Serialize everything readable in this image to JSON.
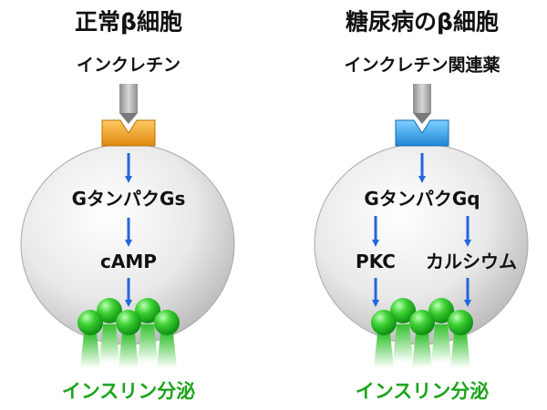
{
  "left": {
    "title": "正常β細胞",
    "ligand": "インクレチン",
    "protein": "GタンパクGs",
    "messenger": "cAMP",
    "output": "インスリン分泌"
  },
  "right": {
    "title": "糖尿病のβ細胞",
    "ligand": "インクレチン関連薬",
    "protein": "GタンパクGq",
    "branch_left": "PKC",
    "branch_right": "カルシウム",
    "output": "インスリン分泌"
  },
  "colors": {
    "receptor_normal": "#f0a020",
    "receptor_diabetic": "#3aa0e8",
    "arrow": "#2266dd",
    "insulin": "#22bb22",
    "output_text": "#1aa41a"
  }
}
